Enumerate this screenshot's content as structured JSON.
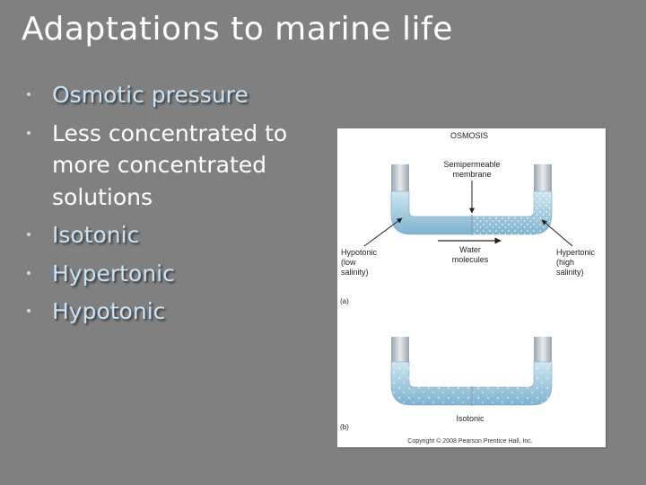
{
  "slide": {
    "title": "Adaptations to marine life",
    "bullets": [
      {
        "text": "Osmotic pressure",
        "highlight": true
      },
      {
        "text": "Less concentrated to more concentrated solutions",
        "highlight": false
      },
      {
        "text": "Isotonic",
        "highlight": true
      },
      {
        "text": "Hypertonic",
        "highlight": true
      },
      {
        "text": "Hypotonic",
        "highlight": true
      }
    ]
  },
  "figure": {
    "heading": "OSMOSIS",
    "membrane_label_1": "Semipermeable",
    "membrane_label_2": "membrane",
    "water_label_1": "Water",
    "water_label_2": "molecules",
    "hypotonic_1": "Hypotonic",
    "hypotonic_2": "(low",
    "hypotonic_3": "salinity)",
    "hypertonic_1": "Hypertonic",
    "hypertonic_2": "(high",
    "hypertonic_3": "salinity)",
    "panel_a": "(a)",
    "panel_b": "(b)",
    "isotonic": "Isotonic",
    "copyright": "Copyright © 2008 Pearson Prentice Hall, Inc."
  },
  "colors": {
    "background": "#808080",
    "highlight_text": "#c9e3f6",
    "water": "#a8cde0",
    "tube_glass": "#cfd6dc"
  }
}
